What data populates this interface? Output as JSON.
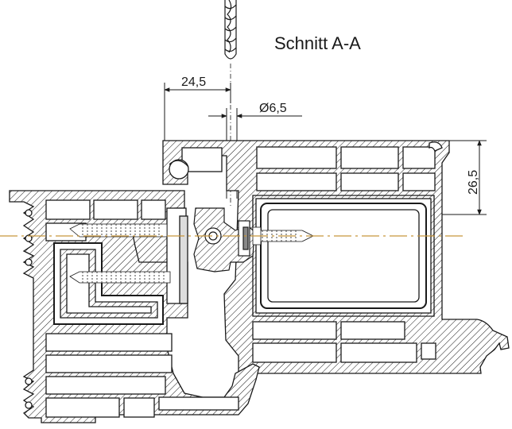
{
  "section_title": "Schnitt A-A",
  "dimensions": {
    "horizontal_offset": "24,5",
    "drill_diameter": "Ø6,5",
    "vertical_offset": "26,5"
  },
  "colors": {
    "line": "#1a1a1a",
    "centerline": "#c8963c",
    "hatch": "#1a1a1a",
    "background": "#ffffff"
  }
}
